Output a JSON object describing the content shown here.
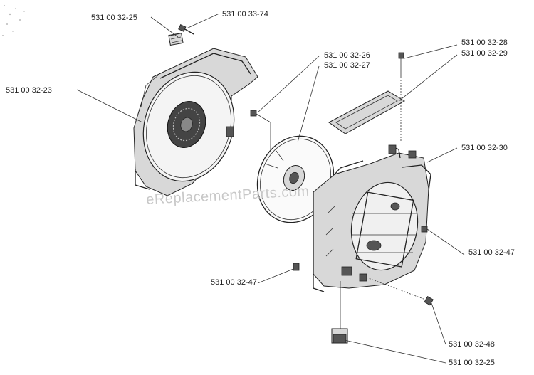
{
  "watermark": "eReplacementParts.com",
  "callouts": [
    {
      "id": "c1",
      "text": "531 00 32-25"
    },
    {
      "id": "c2",
      "text": "531 00 33-74"
    },
    {
      "id": "c3",
      "text": "531 00 32-23"
    },
    {
      "id": "c4",
      "text": "531 00 32-26"
    },
    {
      "id": "c5",
      "text": "531 00 32-27"
    },
    {
      "id": "c6",
      "text": "531 00 32-28"
    },
    {
      "id": "c7",
      "text": "531 00 32-29"
    },
    {
      "id": "c8",
      "text": "531 00 32-30"
    },
    {
      "id": "c9",
      "text": "531 00 32-47"
    },
    {
      "id": "c10",
      "text": "531 00 32-47"
    },
    {
      "id": "c11",
      "text": "531 00 32-48"
    },
    {
      "id": "c12",
      "text": "531 00 32-25"
    }
  ]
}
